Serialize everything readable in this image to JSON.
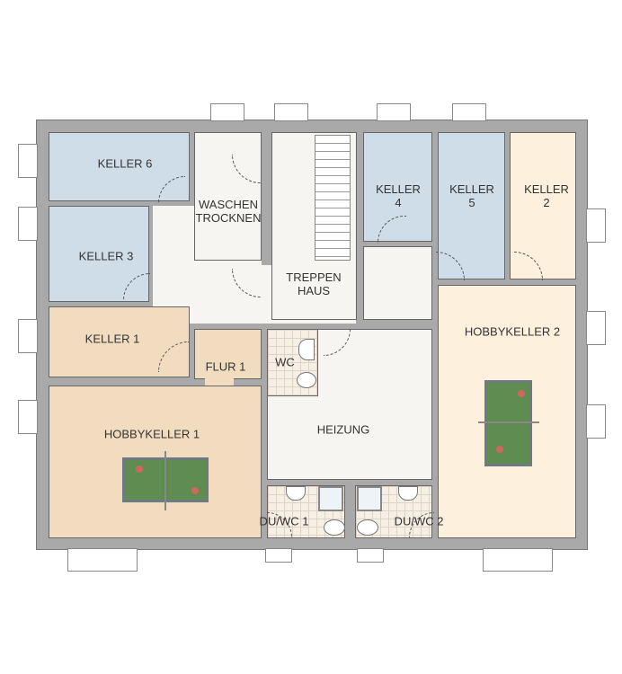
{
  "rooms": {
    "keller6": "KELLER 6",
    "keller3": "KELLER 3",
    "waschen": "WASCHEN\nTROCKNEN",
    "treppenhaus": "TREPPEN\nHAUS",
    "keller4": "KELLER\n4",
    "keller5": "KELLER\n5",
    "keller2": "KELLER\n2",
    "keller1": "KELLER 1",
    "flur1": "FLUR 1",
    "wc": "WC",
    "heizung": "HEIZUNG",
    "hobbykeller1": "HOBBYKELLER 1",
    "hobbykeller2": "HOBBYKELLER 2",
    "duwc1": "DU/WC 1",
    "duwc2": "DU/WC 2"
  },
  "colors": {
    "keller_blue": "#cfdde8",
    "hobby_peach": "#fdf0dc",
    "tan": "#f1dcc0",
    "wall": "#a9a9a9",
    "table_green": "#5f8c50"
  }
}
